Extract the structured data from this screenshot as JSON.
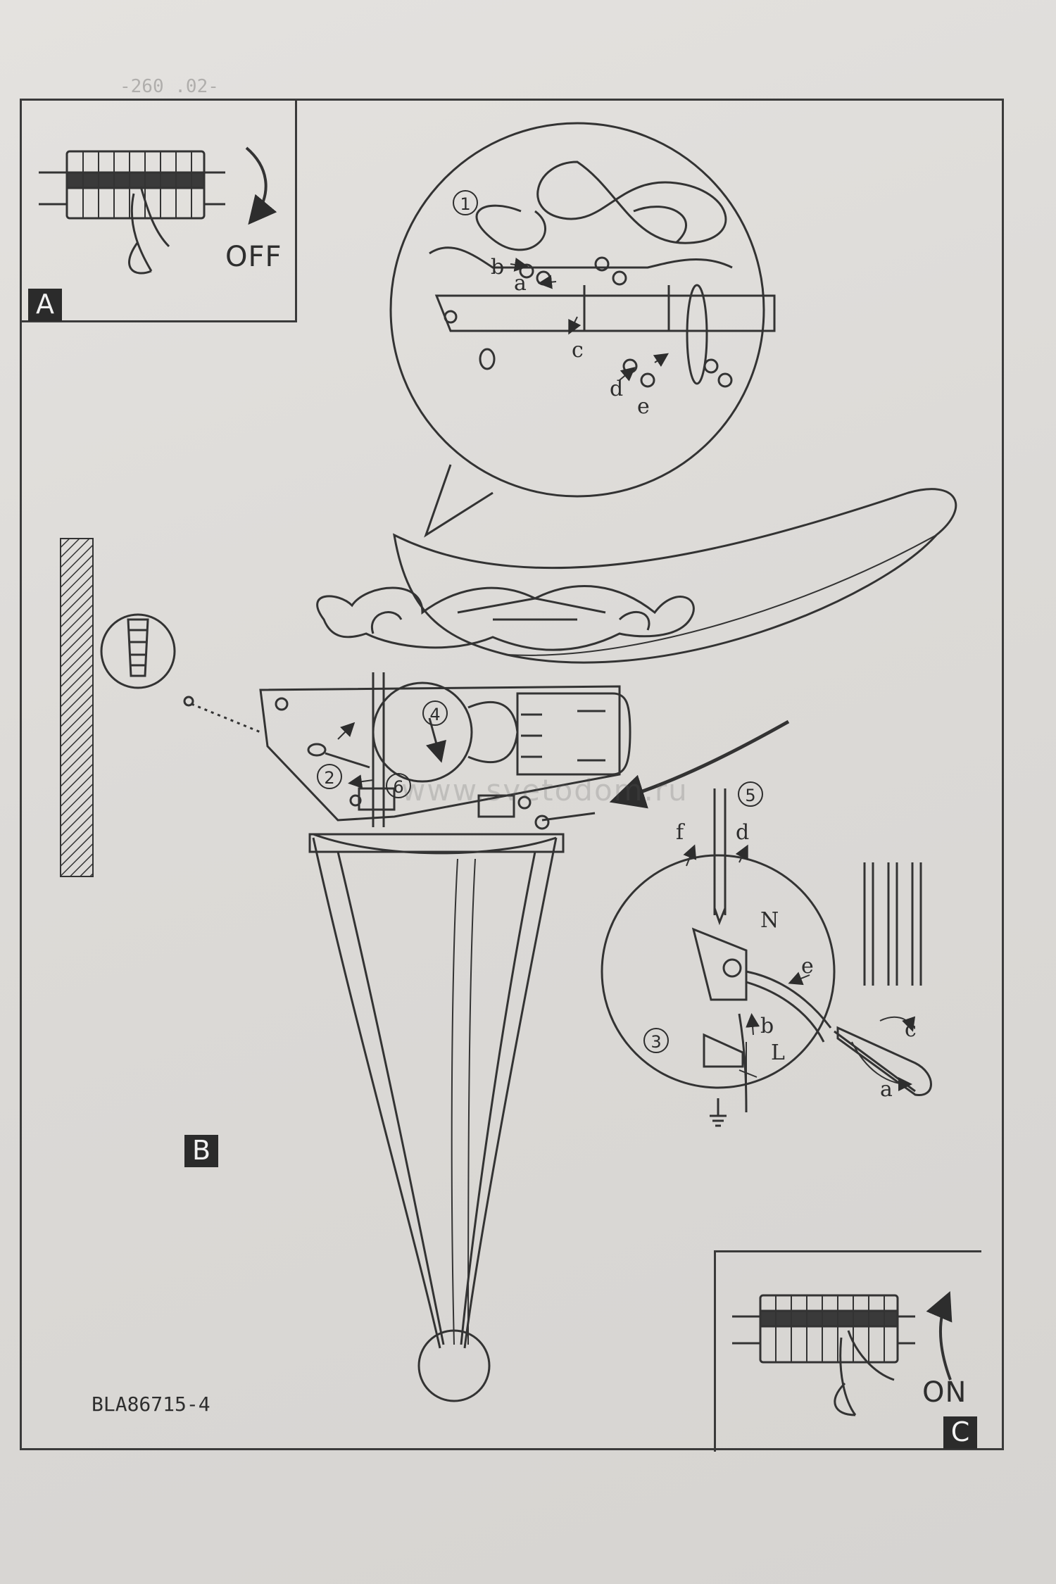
{
  "panels": {
    "a": {
      "badge": "A",
      "switch_label": "OFF"
    },
    "b": {
      "badge": "B"
    },
    "c": {
      "badge": "C",
      "switch_label": "ON"
    }
  },
  "model_number": "BLA86715-4",
  "watermark": "www.svetodom.ru",
  "top_scrap_text": "-260  .02-",
  "steps": [
    "1",
    "2",
    "3",
    "4",
    "5",
    "6"
  ],
  "detail_1_labels": [
    "b",
    "a",
    "c",
    "d",
    "e"
  ],
  "detail_3_labels": [
    "f",
    "d",
    "N",
    "e",
    "b",
    "L",
    "c",
    "a"
  ],
  "colors": {
    "ink": "#2d2d2d",
    "paper": "#dcdad7"
  }
}
